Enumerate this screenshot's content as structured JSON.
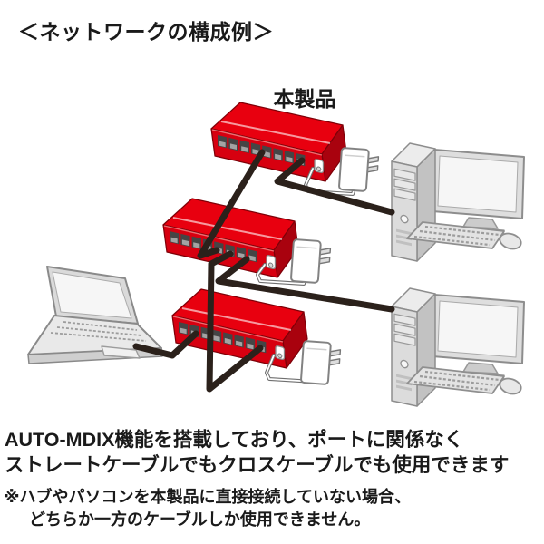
{
  "title": "＜ネットワークの構成例＞",
  "diagram": {
    "product_label": "本製品",
    "devices": [
      "product-switch-top",
      "product-switch-middle",
      "product-switch-bottom",
      "ac-adapter-top",
      "ac-adapter-middle",
      "ac-adapter-bottom",
      "desktop-pc-top-right",
      "desktop-pc-bottom-right",
      "laptop-left"
    ],
    "colors": {
      "product_top": "#e8000f",
      "product_front": "#d70010",
      "product_side": "#a9020e",
      "cable": "#2b211b",
      "cord_outline": "#6f6f6f",
      "text": "#1a1a1a"
    }
  },
  "description": {
    "line1": "AUTO-MDIX機能を搭載しており、ポートに関係なく",
    "line2": "ストレートケーブルでもクロスケーブルでも使用できます"
  },
  "note": {
    "line1": "※ハブやパソコンを本製品に直接接続していない場合、",
    "line2": "どちらか一方のケーブルしか使用できません。"
  }
}
